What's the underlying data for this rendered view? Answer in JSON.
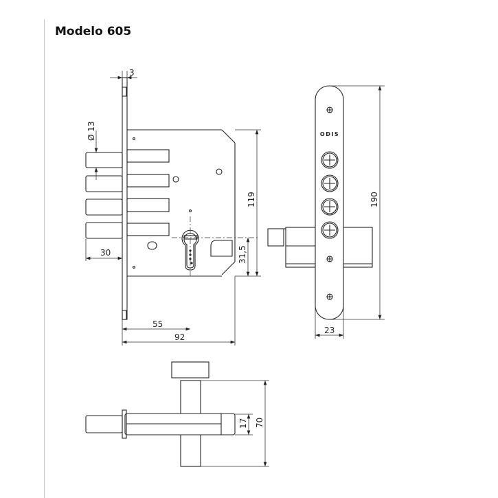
{
  "title": "Modelo 605",
  "brand": "ODIS",
  "dimensions": {
    "faceplate_thickness": "3",
    "bolt_diameter": "Ø 13",
    "bolt_throw": "30",
    "case_height": "119",
    "cylinder_height": "31,5",
    "backset": "55",
    "case_depth": "92",
    "faceplate_height": "190",
    "faceplate_width": "23",
    "bolt_height": "17",
    "cylinder_length": "70"
  }
}
